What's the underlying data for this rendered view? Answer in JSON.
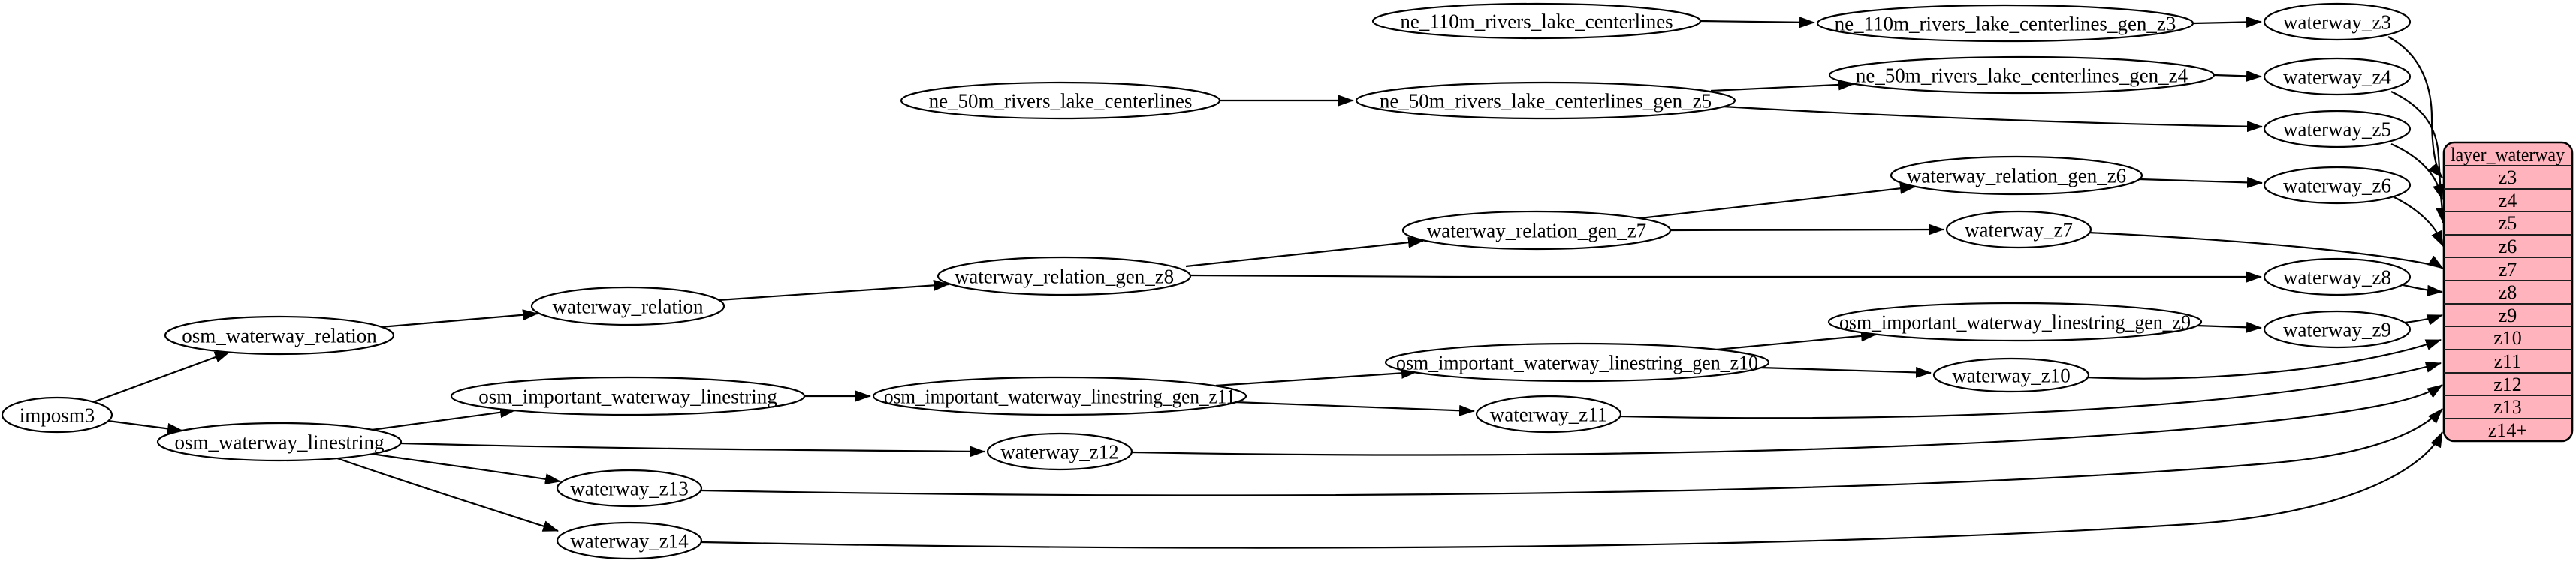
{
  "diagram": {
    "background": "#ffffff",
    "node_fill": "#ffffff",
    "node_stroke": "#000000",
    "edge_color": "#000000",
    "nodes": [
      {
        "id": "imposm3",
        "label": "imposm3"
      },
      {
        "id": "osm_waterway_relation",
        "label": "osm_waterway_relation"
      },
      {
        "id": "waterway_relation",
        "label": "waterway_relation"
      },
      {
        "id": "waterway_relation_gen_z8",
        "label": "waterway_relation_gen_z8"
      },
      {
        "id": "waterway_relation_gen_z7",
        "label": "waterway_relation_gen_z7"
      },
      {
        "id": "waterway_relation_gen_z6",
        "label": "waterway_relation_gen_z6"
      },
      {
        "id": "waterway_z6",
        "label": "waterway_z6"
      },
      {
        "id": "waterway_z7",
        "label": "waterway_z7"
      },
      {
        "id": "waterway_z8",
        "label": "waterway_z8"
      },
      {
        "id": "ne_110m_rivers_lake_centerlines",
        "label": "ne_110m_rivers_lake_centerlines"
      },
      {
        "id": "ne_110m_rivers_lake_centerlines_gen_z3",
        "label": "ne_110m_rivers_lake_centerlines_gen_z3"
      },
      {
        "id": "waterway_z3",
        "label": "waterway_z3"
      },
      {
        "id": "ne_50m_rivers_lake_centerlines",
        "label": "ne_50m_rivers_lake_centerlines"
      },
      {
        "id": "ne_50m_rivers_lake_centerlines_gen_z5",
        "label": "ne_50m_rivers_lake_centerlines_gen_z5"
      },
      {
        "id": "ne_50m_rivers_lake_centerlines_gen_z4",
        "label": "ne_50m_rivers_lake_centerlines_gen_z4"
      },
      {
        "id": "waterway_z4",
        "label": "waterway_z4"
      },
      {
        "id": "waterway_z5",
        "label": "waterway_z5"
      },
      {
        "id": "osm_important_waterway_linestring",
        "label": "osm_important_waterway_linestring"
      },
      {
        "id": "osm_important_waterway_linestring_gen_z11",
        "label": "osm_important_waterway_linestring_gen_z11"
      },
      {
        "id": "osm_important_waterway_linestring_gen_z10",
        "label": "osm_important_waterway_linestring_gen_z10"
      },
      {
        "id": "osm_important_waterway_linestring_gen_z9",
        "label": "osm_important_waterway_linestring_gen_z9"
      },
      {
        "id": "waterway_z9",
        "label": "waterway_z9"
      },
      {
        "id": "waterway_z10",
        "label": "waterway_z10"
      },
      {
        "id": "waterway_z11",
        "label": "waterway_z11"
      },
      {
        "id": "osm_waterway_linestring",
        "label": "osm_waterway_linestring"
      },
      {
        "id": "waterway_z12",
        "label": "waterway_z12"
      },
      {
        "id": "waterway_z13",
        "label": "waterway_z13"
      },
      {
        "id": "waterway_z14",
        "label": "waterway_z14"
      }
    ],
    "record": {
      "title": "layer_waterway",
      "fill": "#ffb3bc",
      "rows": [
        "z3",
        "z4",
        "z5",
        "z6",
        "z7",
        "z8",
        "z9",
        "z10",
        "z11",
        "z12",
        "z13",
        "z14+"
      ]
    },
    "edges": [
      {
        "from": "imposm3",
        "to": "osm_waterway_relation"
      },
      {
        "from": "imposm3",
        "to": "osm_waterway_linestring"
      },
      {
        "from": "osm_waterway_relation",
        "to": "waterway_relation"
      },
      {
        "from": "waterway_relation",
        "to": "waterway_relation_gen_z8"
      },
      {
        "from": "waterway_relation_gen_z8",
        "to": "waterway_relation_gen_z7"
      },
      {
        "from": "waterway_relation_gen_z8",
        "to": "waterway_z8"
      },
      {
        "from": "waterway_relation_gen_z7",
        "to": "waterway_relation_gen_z6"
      },
      {
        "from": "waterway_relation_gen_z7",
        "to": "waterway_z7"
      },
      {
        "from": "waterway_relation_gen_z6",
        "to": "waterway_z6"
      },
      {
        "from": "ne_110m_rivers_lake_centerlines",
        "to": "ne_110m_rivers_lake_centerlines_gen_z3"
      },
      {
        "from": "ne_110m_rivers_lake_centerlines_gen_z3",
        "to": "waterway_z3"
      },
      {
        "from": "ne_50m_rivers_lake_centerlines",
        "to": "ne_50m_rivers_lake_centerlines_gen_z5"
      },
      {
        "from": "ne_50m_rivers_lake_centerlines_gen_z5",
        "to": "ne_50m_rivers_lake_centerlines_gen_z4"
      },
      {
        "from": "ne_50m_rivers_lake_centerlines_gen_z5",
        "to": "waterway_z5"
      },
      {
        "from": "ne_50m_rivers_lake_centerlines_gen_z4",
        "to": "waterway_z4"
      },
      {
        "from": "osm_waterway_linestring",
        "to": "osm_important_waterway_linestring"
      },
      {
        "from": "osm_waterway_linestring",
        "to": "waterway_z12"
      },
      {
        "from": "osm_waterway_linestring",
        "to": "waterway_z13"
      },
      {
        "from": "osm_waterway_linestring",
        "to": "waterway_z14"
      },
      {
        "from": "osm_important_waterway_linestring",
        "to": "osm_important_waterway_linestring_gen_z11"
      },
      {
        "from": "osm_important_waterway_linestring_gen_z11",
        "to": "osm_important_waterway_linestring_gen_z10"
      },
      {
        "from": "osm_important_waterway_linestring_gen_z11",
        "to": "waterway_z11"
      },
      {
        "from": "osm_important_waterway_linestring_gen_z10",
        "to": "osm_important_waterway_linestring_gen_z9"
      },
      {
        "from": "osm_important_waterway_linestring_gen_z10",
        "to": "waterway_z10"
      },
      {
        "from": "osm_important_waterway_linestring_gen_z9",
        "to": "waterway_z9"
      },
      {
        "from": "waterway_z3",
        "to": "layer_waterway:z3"
      },
      {
        "from": "waterway_z4",
        "to": "layer_waterway:z4"
      },
      {
        "from": "waterway_z5",
        "to": "layer_waterway:z5"
      },
      {
        "from": "waterway_z6",
        "to": "layer_waterway:z6"
      },
      {
        "from": "waterway_z7",
        "to": "layer_waterway:z7"
      },
      {
        "from": "waterway_z8",
        "to": "layer_waterway:z8"
      },
      {
        "from": "waterway_z9",
        "to": "layer_waterway:z9"
      },
      {
        "from": "waterway_z10",
        "to": "layer_waterway:z10"
      },
      {
        "from": "waterway_z11",
        "to": "layer_waterway:z11"
      },
      {
        "from": "waterway_z12",
        "to": "layer_waterway:z12"
      },
      {
        "from": "waterway_z13",
        "to": "layer_waterway:z13"
      },
      {
        "from": "waterway_z14",
        "to": "layer_waterway:z14+"
      }
    ]
  }
}
